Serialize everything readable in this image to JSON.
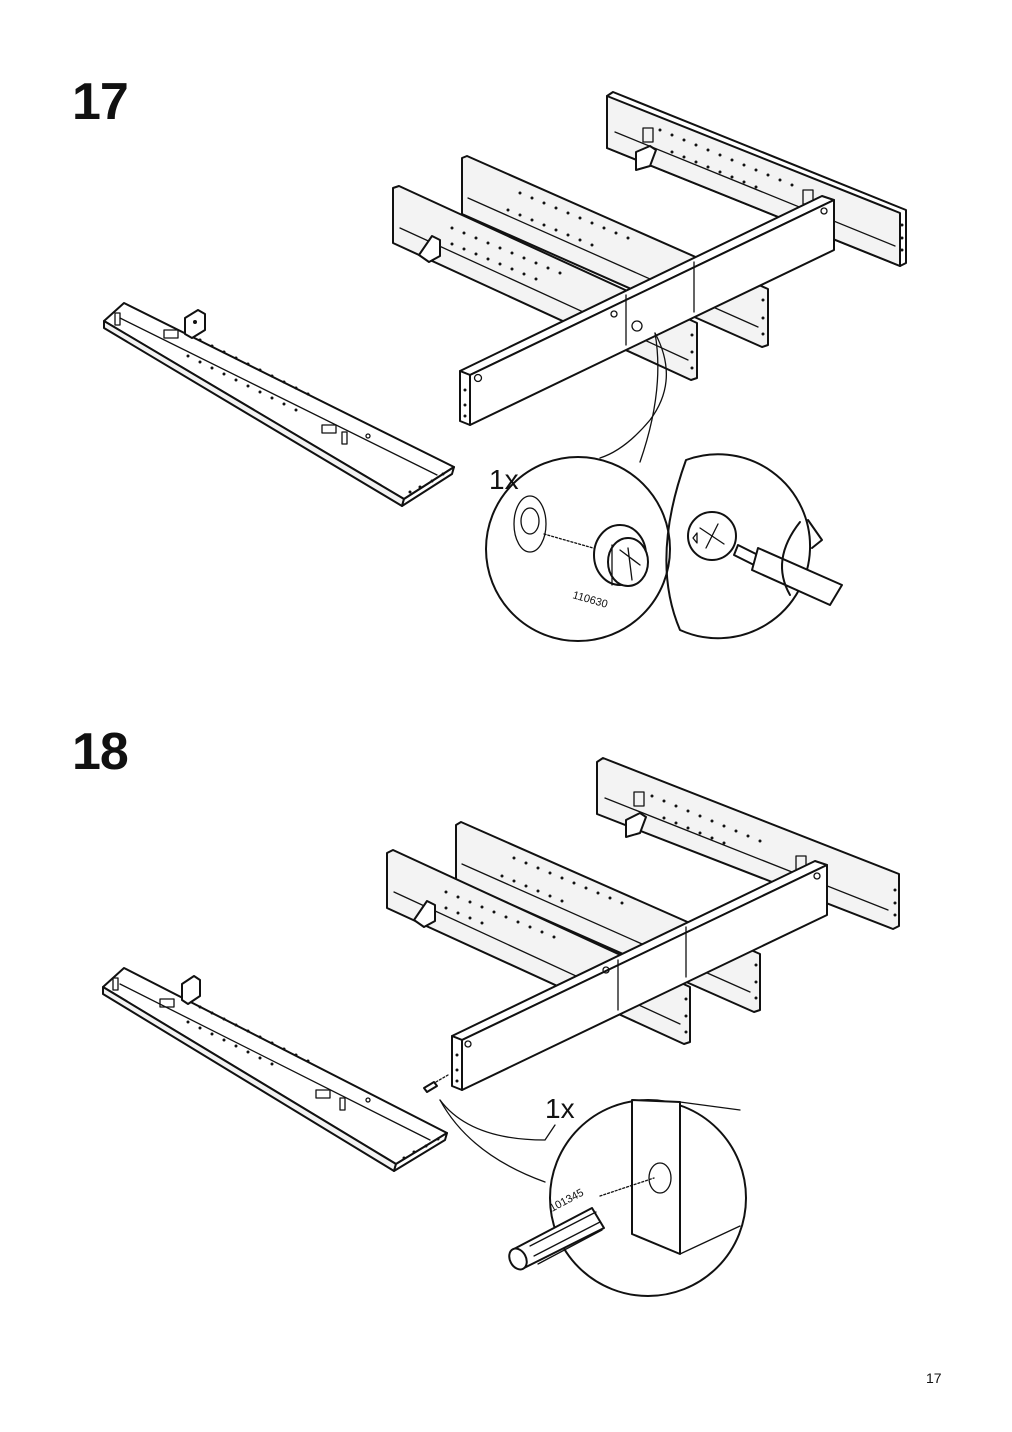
{
  "steps": [
    {
      "number": "17",
      "quantity": "1x",
      "part_code": "110630"
    },
    {
      "number": "18",
      "quantity": "1x",
      "part_code": "101345"
    }
  ],
  "page": {
    "number": "17"
  }
}
